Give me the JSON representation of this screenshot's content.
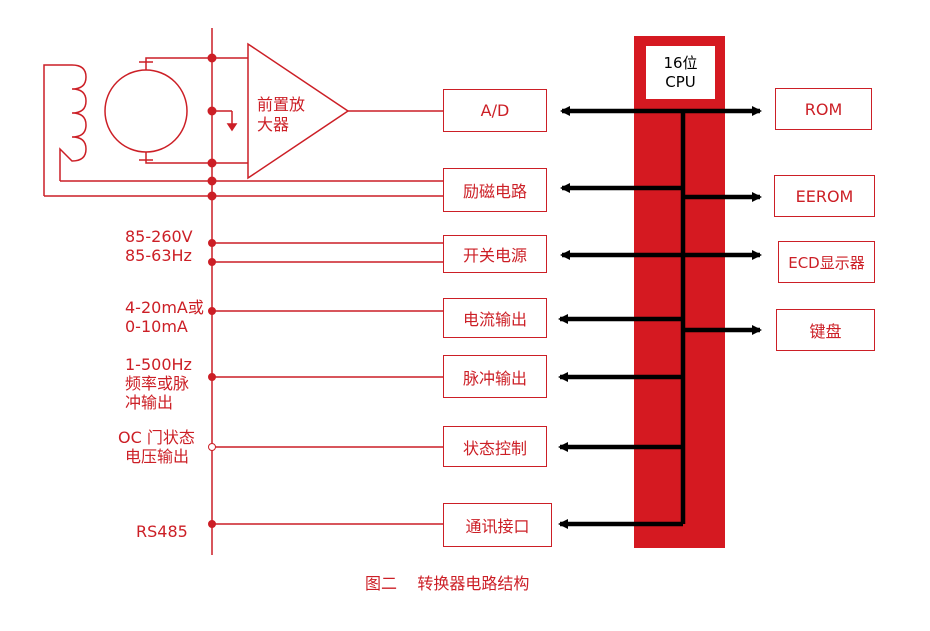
{
  "cpu": {
    "line1": "16位",
    "line2": "CPU"
  },
  "amplifier": {
    "line1": "前置放",
    "line2": "大器"
  },
  "boxes": {
    "ad": "A/D",
    "excite": "励磁电路",
    "power": "开关电源",
    "current_out": "电流输出",
    "pulse_out": "脉冲输出",
    "status_ctrl": "状态控制",
    "comm_port": "通讯接口",
    "rom": "ROM",
    "eerom": "EEROM",
    "lcd": "ECD显示器",
    "keyboard": "键盘"
  },
  "left_labels": {
    "power_l1": "85-260V",
    "power_l2": "85-63Hz",
    "current_l1": "4-20mA或",
    "current_l2": "0-10mA",
    "pulse_l1": "1-500Hz",
    "pulse_l2": "频率或脉",
    "pulse_l3": "冲输出",
    "oc_l1": "OC 门状态",
    "oc_l2": "电压输出",
    "rs485": "RS485"
  },
  "caption": {
    "fig": "图二",
    "title": "转换器电路结构"
  },
  "colors": {
    "red": "#cc1f26",
    "cpu_fill": "#d51921",
    "bus": "#000000"
  }
}
